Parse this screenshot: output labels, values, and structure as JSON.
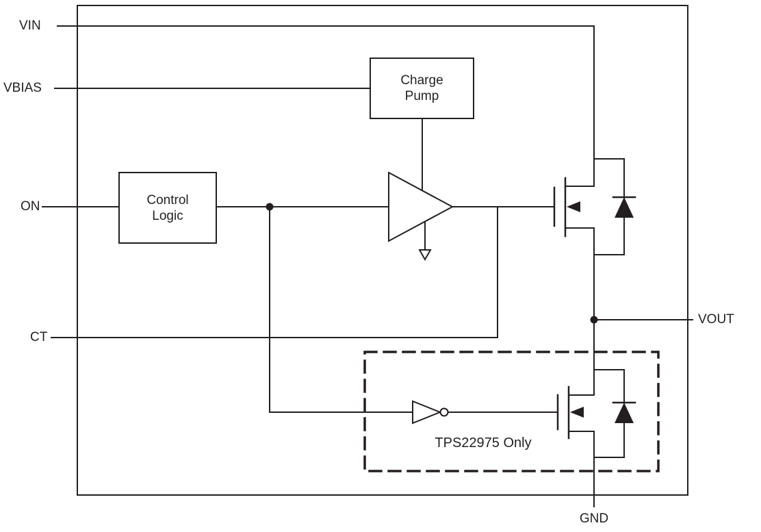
{
  "diagram": {
    "pins": {
      "vin": "VIN",
      "vbias": "VBIAS",
      "on": "ON",
      "ct": "CT",
      "vout": "VOUT",
      "gnd": "GND"
    },
    "blocks": {
      "charge_pump": "Charge\nPump",
      "control_logic": "Control\nLogic"
    },
    "annotations": {
      "dashed_region": "TPS22975 Only"
    },
    "colors": {
      "line": "#231f20",
      "background": "#ffffff"
    }
  }
}
